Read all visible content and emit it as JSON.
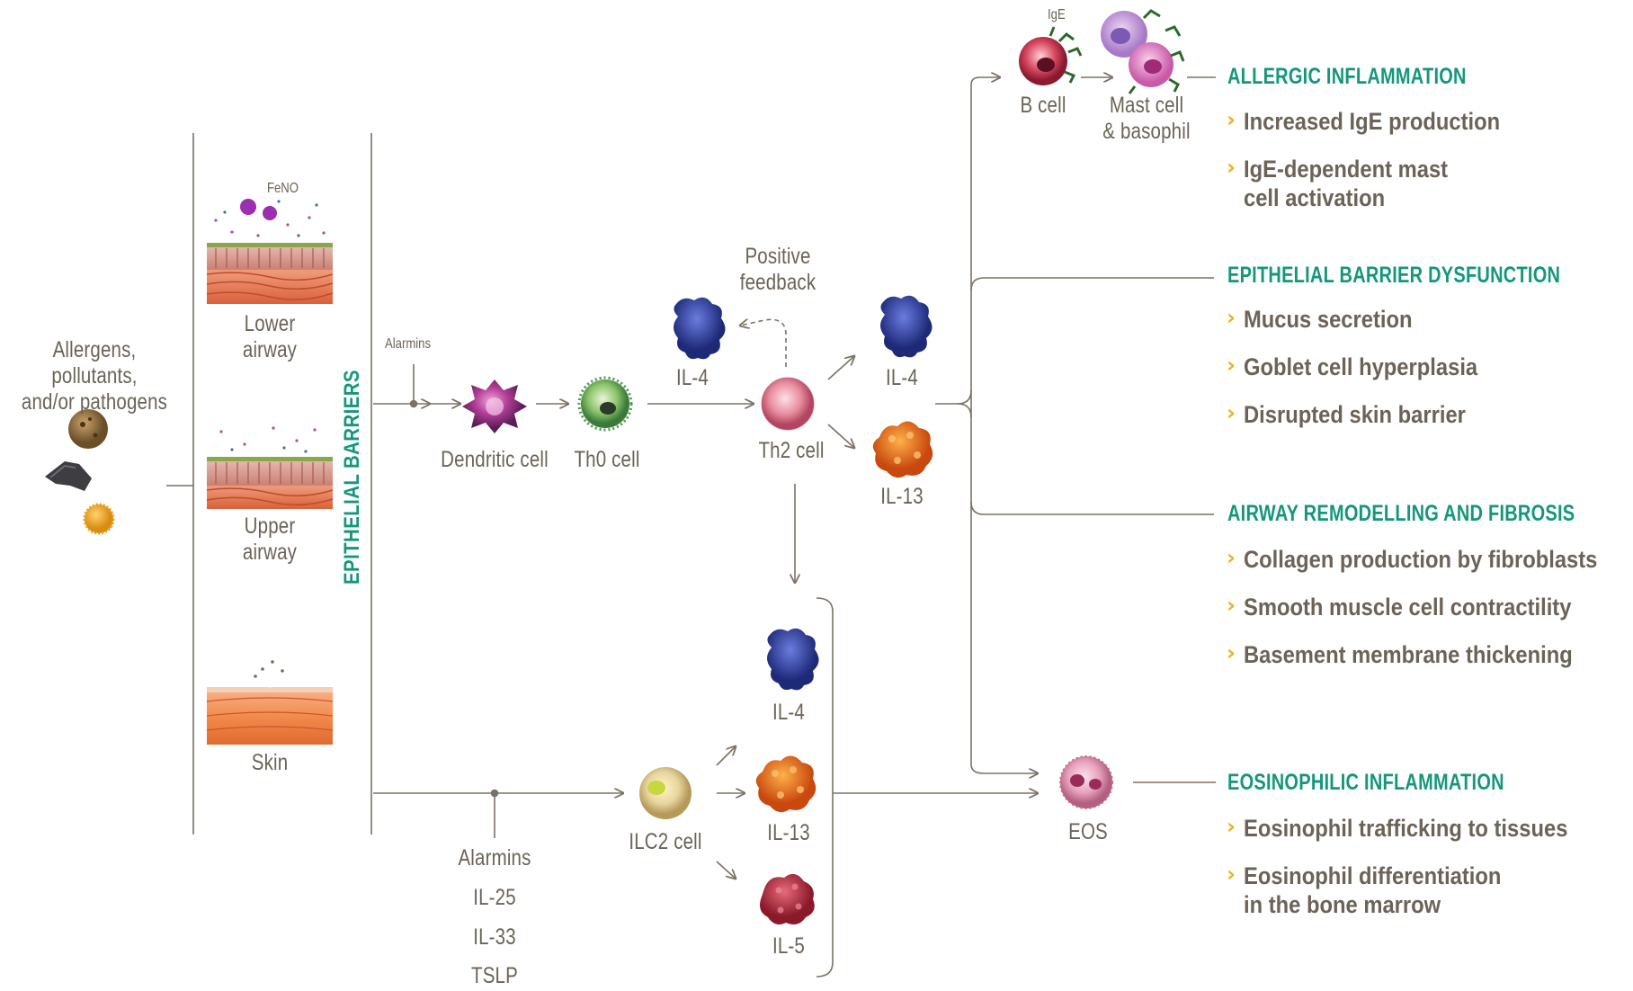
{
  "source": {
    "label": "Allergens, pollutants,\nand/or pathogens"
  },
  "tissues": {
    "feno": "FeNO",
    "lower": "Lower\nairway",
    "upper": "Upper\nairway",
    "skin": "Skin"
  },
  "barrier_label": "EPITHELIAL BARRIERS",
  "pathway_top": {
    "alarmins": "Alarmins",
    "dendritic": "Dendritic cell",
    "th0": "Th0 cell",
    "il4_a": "IL-4",
    "positive_feedback": "Positive\nfeedback",
    "th2": "Th2 cell",
    "il4_b": "IL-4",
    "il13_a": "IL-13"
  },
  "pathway_bottom": {
    "alarmins": "Alarmins",
    "il25": "IL-25",
    "il33": "IL-33",
    "tslp": "TSLP",
    "ilc2": "ILC2 cell",
    "il4": "IL-4",
    "il13": "IL-13",
    "il5": "IL-5"
  },
  "effectors": {
    "ige": "IgE",
    "bcell": "B cell",
    "mast": "Mast cell\n& basophil",
    "eos": "EOS"
  },
  "outcomes": [
    {
      "title": "ALLERGIC INFLAMMATION",
      "items": [
        "Increased IgE production",
        "IgE-dependent mast\ncell activation"
      ]
    },
    {
      "title": "EPITHELIAL BARRIER DYSFUNCTION",
      "items": [
        "Mucus secretion",
        "Goblet cell hyperplasia",
        "Disrupted skin barrier"
      ]
    },
    {
      "title": "AIRWAY REMODELLING AND FIBROSIS",
      "items": [
        "Collagen production by fibroblasts",
        "Smooth muscle cell contractility",
        "Basement membrane thickening"
      ]
    },
    {
      "title": "EOSINOPHILIC INFLAMMATION",
      "items": [
        "Eosinophil trafficking to tissues",
        "Eosinophil differentiation\nin the bone marrow"
      ]
    }
  ],
  "colors": {
    "line": "#7a7265",
    "text": "#6b6357",
    "heading": "#14977a",
    "chevron": "#f2ae1c",
    "il4": "#2e3a8f",
    "il13": "#e06a1d",
    "il5": "#b82a3a"
  }
}
